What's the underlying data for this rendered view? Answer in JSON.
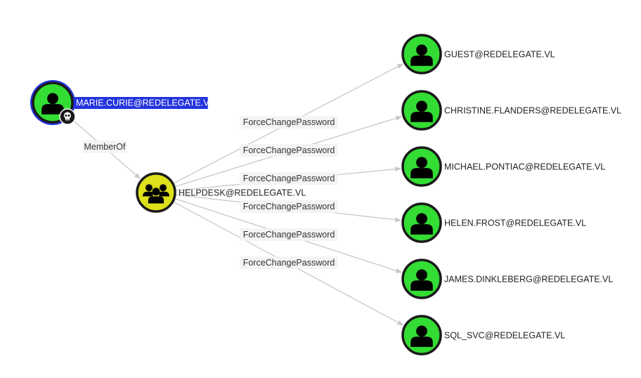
{
  "graph": {
    "colors": {
      "user_fill": "#33dd33",
      "group_fill": "#dde01a",
      "node_stroke": "#1a1a1a",
      "selected_ring": "#2233dd",
      "edge": "#c8c8c8",
      "selected_label_bg": "#2233dd"
    },
    "nodes": [
      {
        "id": "marie",
        "label": "MARIE.CURIE@REDELEGATE.VL",
        "type": "user",
        "selected": true,
        "owned": true,
        "icon": "user-icon",
        "badge": "skull-icon"
      },
      {
        "id": "helpdesk",
        "label": "HELPDESK@REDELEGATE.VL",
        "type": "group",
        "icon": "group-icon"
      },
      {
        "id": "guest",
        "label": "GUEST@REDELEGATE.VL",
        "type": "user",
        "icon": "user-icon"
      },
      {
        "id": "christine",
        "label": "CHRISTINE.FLANDERS@REDELEGATE.VL",
        "type": "user",
        "icon": "user-icon"
      },
      {
        "id": "michael",
        "label": "MICHAEL.PONTIAC@REDELEGATE.VL",
        "type": "user",
        "icon": "user-icon"
      },
      {
        "id": "helen",
        "label": "HELEN.FROST@REDELEGATE.VL",
        "type": "user",
        "icon": "user-icon"
      },
      {
        "id": "james",
        "label": "JAMES.DINKLEBERG@REDELEGATE.VL",
        "type": "user",
        "icon": "user-icon"
      },
      {
        "id": "sqlsvc",
        "label": "SQL_SVC@REDELEGATE.VL",
        "type": "user",
        "icon": "user-icon"
      }
    ],
    "edges": [
      {
        "from": "marie",
        "to": "helpdesk",
        "label": "MemberOf"
      },
      {
        "from": "helpdesk",
        "to": "guest",
        "label": "ForceChangePassword"
      },
      {
        "from": "helpdesk",
        "to": "christine",
        "label": "ForceChangePassword"
      },
      {
        "from": "helpdesk",
        "to": "michael",
        "label": "ForceChangePassword"
      },
      {
        "from": "helpdesk",
        "to": "helen",
        "label": "ForceChangePassword"
      },
      {
        "from": "helpdesk",
        "to": "james",
        "label": "ForceChangePassword"
      },
      {
        "from": "helpdesk",
        "to": "sqlsvc",
        "label": "ForceChangePassword"
      }
    ]
  }
}
